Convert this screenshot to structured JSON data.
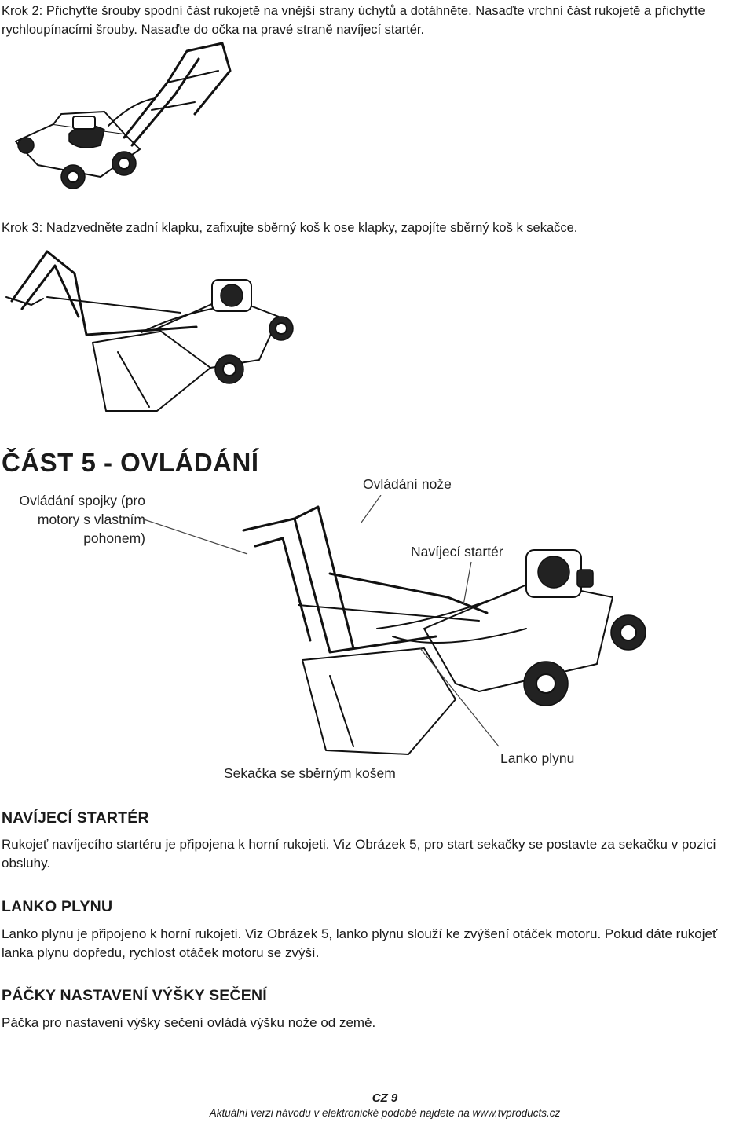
{
  "steps": {
    "step2": "Krok 2: Přichyťte šrouby spodní část rukojetě na vnější strany úchytů a dotáhněte. Nasaďte vrchní část rukojetě a přichyťte rychloupínacími šrouby. Nasaďte do očka na pravé straně navíjecí startér.",
    "step3": "Krok 3: Nadzvedněte zadní klapku, zafixujte sběrný koš k ose klapky, zapojíte sběrný koš k sekačce."
  },
  "section": {
    "title": "ČÁST 5 - OVLÁDÁNÍ",
    "labels": {
      "clutch_l1": "Ovládání spojky (pro",
      "clutch_l2": "motory s vlastním",
      "clutch_l3": "pohonem)",
      "blade": "Ovládání nože",
      "starter": "Navíjecí startér",
      "mower": "Sekačka se sběrným košem",
      "throttle": "Lanko plynu"
    }
  },
  "subsections": {
    "starter_title": "NAVÍJECÍ STARTÉR",
    "starter_text": "Rukojeť navíjecího startéru je připojena k horní rukojeti. Viz Obrázek 5, pro start sekačky se postavte za sekačku v pozici obsluhy.",
    "throttle_title": "LANKO PLYNU",
    "throttle_text": "Lanko plynu je připojeno k horní rukojeti. Viz Obrázek 5, lanko plynu slouží ke zvýšení otáček motoru. Pokud dáte rukojeť lanka plynu dopředu, rychlost otáček motoru se zvýší.",
    "height_title": "PÁČKY NASTAVENÍ VÝŠKY SEČENÍ",
    "height_text": "Páčka pro nastavení výšky sečení ovládá výšku nože od země."
  },
  "footer": {
    "page": "CZ 9",
    "note": "Aktuální verzi návodu v elektronické podobě najdete na www.tvproducts.cz"
  }
}
